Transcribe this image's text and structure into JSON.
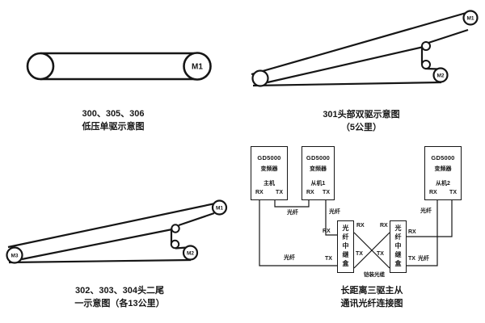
{
  "d1": {
    "m1": "M1",
    "caption1": "300、305、306",
    "caption2": "低压单驱示意图"
  },
  "d2": {
    "m1": "M1",
    "m2": "M2",
    "caption1": "301头部双驱示意图",
    "caption2": "（5公里）"
  },
  "d3": {
    "m1": "M1",
    "m2": "M2",
    "m3": "M3",
    "caption1": "302、303、304头二尾",
    "caption2": "一示意图（各13公里）"
  },
  "d4": {
    "inverter_model": "GD5000",
    "inverter_type": "变频器",
    "master": "主机",
    "slave1": "从机1",
    "slave2": "从机2",
    "rx": "RX",
    "tx": "TX",
    "fiber": "光纤",
    "repeater": "光纤中继盒",
    "armored_cable": "铠装光缆",
    "caption1": "长距离三驱主从",
    "caption2": "通讯光纤连接图"
  },
  "colors": {
    "line": "#161616",
    "background": "#ffffff"
  }
}
